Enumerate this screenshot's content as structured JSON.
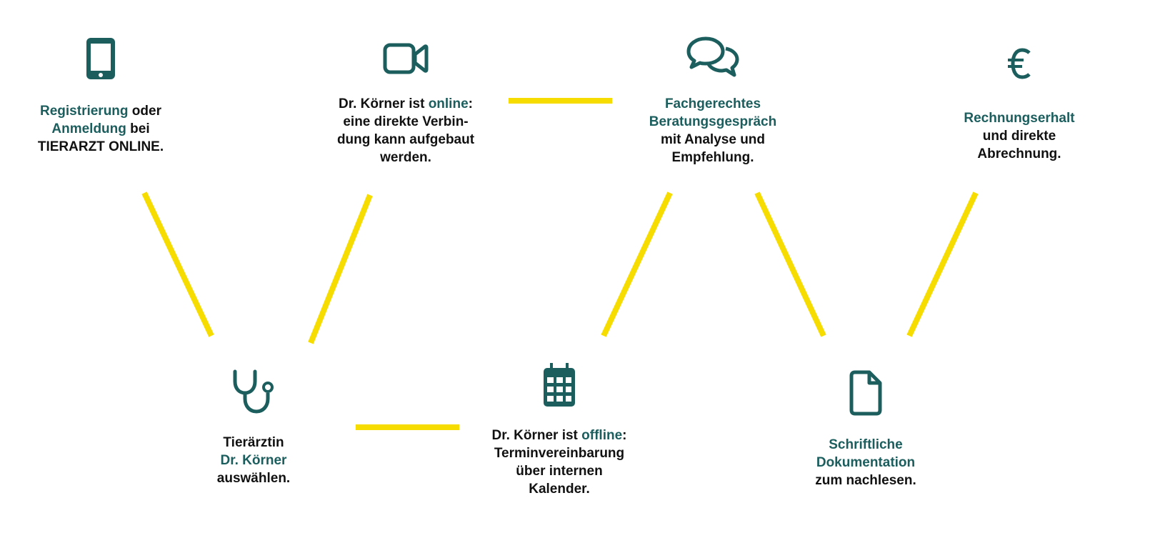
{
  "colors": {
    "accent": "#1c5e5e",
    "line": "#f7dc00",
    "text": "#111111"
  },
  "steps": [
    {
      "id": "registration",
      "icon": "smartphone-icon",
      "lines": [
        [
          {
            "t": "Registrierung",
            "hl": true
          },
          {
            "t": " oder",
            "hl": false
          }
        ],
        [
          {
            "t": "Anmeldung",
            "hl": true
          },
          {
            "t": " bei",
            "hl": false
          }
        ],
        [
          {
            "t": "TIERARZT ONLINE.",
            "hl": false
          }
        ]
      ]
    },
    {
      "id": "online",
      "icon": "video-camera-icon",
      "lines": [
        [
          {
            "t": "Dr. Körner ist ",
            "hl": false
          },
          {
            "t": "online",
            "hl": true
          },
          {
            "t": ":",
            "hl": false
          }
        ],
        [
          {
            "t": "eine direkte Verbin-",
            "hl": false
          }
        ],
        [
          {
            "t": "dung kann aufgebaut",
            "hl": false
          }
        ],
        [
          {
            "t": "werden.",
            "hl": false
          }
        ]
      ]
    },
    {
      "id": "consultation",
      "icon": "chat-bubbles-icon",
      "lines": [
        [
          {
            "t": "Fachgerechtes",
            "hl": true
          }
        ],
        [
          {
            "t": "Beratungsgespräch",
            "hl": true
          }
        ],
        [
          {
            "t": "mit Analyse und",
            "hl": false
          }
        ],
        [
          {
            "t": "Empfehlung.",
            "hl": false
          }
        ]
      ]
    },
    {
      "id": "billing",
      "icon": "euro-icon",
      "lines": [
        [
          {
            "t": "Rechnungserhalt",
            "hl": true
          }
        ],
        [
          {
            "t": "und direkte",
            "hl": false
          }
        ],
        [
          {
            "t": "Abrechnung.",
            "hl": false
          }
        ]
      ]
    },
    {
      "id": "choose-vet",
      "icon": "stethoscope-icon",
      "lines": [
        [
          {
            "t": "Tierärztin",
            "hl": false
          }
        ],
        [
          {
            "t": "Dr. Körner",
            "hl": true
          }
        ],
        [
          {
            "t": "auswählen.",
            "hl": false
          }
        ]
      ]
    },
    {
      "id": "offline",
      "icon": "calendar-icon",
      "lines": [
        [
          {
            "t": "Dr. Körner ist ",
            "hl": false
          },
          {
            "t": "offline",
            "hl": true
          },
          {
            "t": ":",
            "hl": false
          }
        ],
        [
          {
            "t": "Terminvereinbarung",
            "hl": false
          }
        ],
        [
          {
            "t": "über internen",
            "hl": false
          }
        ],
        [
          {
            "t": "Kalender.",
            "hl": false
          }
        ]
      ]
    },
    {
      "id": "documentation",
      "icon": "document-icon",
      "lines": [
        [
          {
            "t": "Schriftliche",
            "hl": true
          }
        ],
        [
          {
            "t": "Dokumentation",
            "hl": true
          }
        ],
        [
          {
            "t": "zum nachlesen.",
            "hl": false
          }
        ]
      ]
    }
  ]
}
